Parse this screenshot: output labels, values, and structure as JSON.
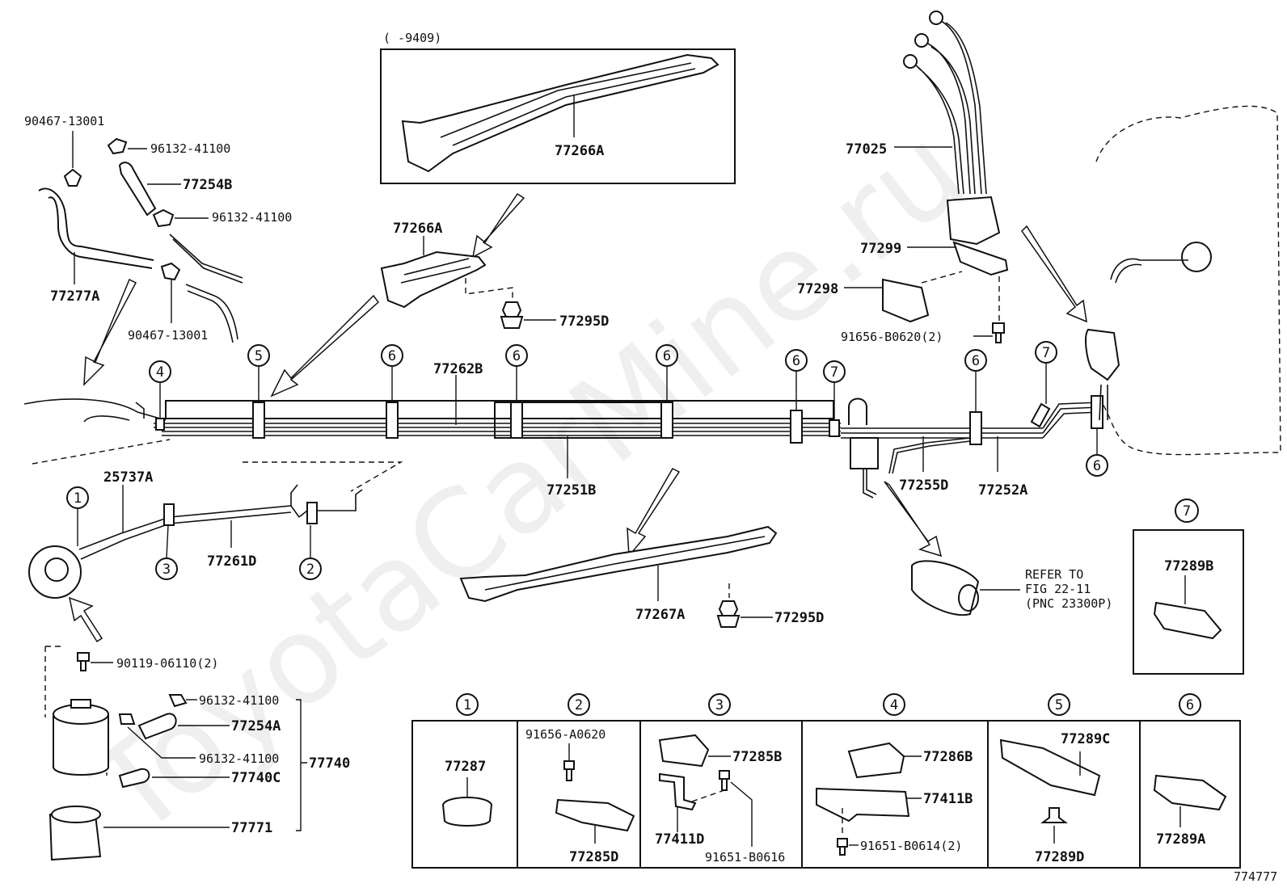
{
  "watermark": "ToyotaCarMine.ru",
  "figure_id": "774777",
  "inset_top": {
    "note": "(    -9409)",
    "part": "77266A"
  },
  "parts": {
    "p_90467_top": "90467-13001",
    "p_96132_a": "96132-41100",
    "p_77254B": "77254B",
    "p_96132_b": "96132-41100",
    "p_77277A": "77277A",
    "p_90467_bot": "90467-13001",
    "p_77266A": "77266A",
    "p_77295D_top": "77295D",
    "p_77262B": "77262B",
    "p_77251B": "77251B",
    "p_77025": "77025",
    "p_77299": "77299",
    "p_77298": "77298",
    "p_91656_B0620": "91656-B0620(2)",
    "p_77255D": "77255D",
    "p_77252A": "77252A",
    "p_25737A": "25737A",
    "p_77261D": "77261D",
    "p_77267A": "77267A",
    "p_77295D_bot": "77295D",
    "p_90119": "90119-06110(2)",
    "p_96132_c": "96132-41100",
    "p_77254A": "77254A",
    "p_96132_d": "96132-41100",
    "p_77740C": "77740C",
    "p_77740": "77740",
    "p_77771": "77771"
  },
  "refer_note": [
    "REFER TO",
    "FIG 22-11",
    "(PNC 23300P)"
  ],
  "clip_markers": {
    "m1": "1",
    "m2": "2",
    "m3": "3",
    "m4": "4",
    "m5": "5",
    "m6a": "6",
    "m6b": "6",
    "m6c": "6",
    "m6d": "6",
    "m6e": "6",
    "m6f": "6",
    "m7a": "7",
    "m7b": "7"
  },
  "inset_7": {
    "number": "7",
    "part": "77289B"
  },
  "clip_table": {
    "headers": [
      "1",
      "2",
      "3",
      "4",
      "5",
      "6"
    ],
    "c1": {
      "p1": "77287"
    },
    "c2": {
      "p1": "91656-A0620",
      "p2": "77285D"
    },
    "c3": {
      "p1": "77285B",
      "p2": "77411D",
      "p3": "91651-B0616"
    },
    "c4": {
      "p1": "77286B",
      "p2": "77411B",
      "p3": "91651-B0614(2)"
    },
    "c5": {
      "p1": "77289C",
      "p2": "77289D"
    },
    "c6": {
      "p1": "77289A"
    }
  }
}
